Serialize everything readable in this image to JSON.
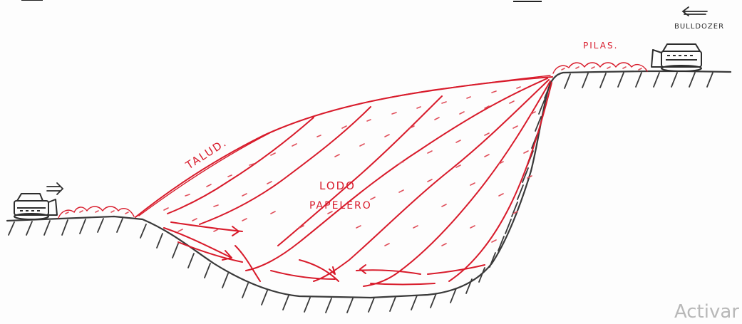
{
  "labels": {
    "talud": "TALUD.",
    "lodo_line1": "LODO",
    "lodo_line2": "PAPELERO",
    "pilas": "PILAS.",
    "bulldozer": "BULLDOZER"
  },
  "watermark": "Activar",
  "icons": {
    "bulldozer_left_arrow": "double-arrow-right",
    "bulldozer_right_arrow": "arrow-left"
  },
  "colors": {
    "sludge": "#d81b2b",
    "ground": "#3a3a3a"
  }
}
